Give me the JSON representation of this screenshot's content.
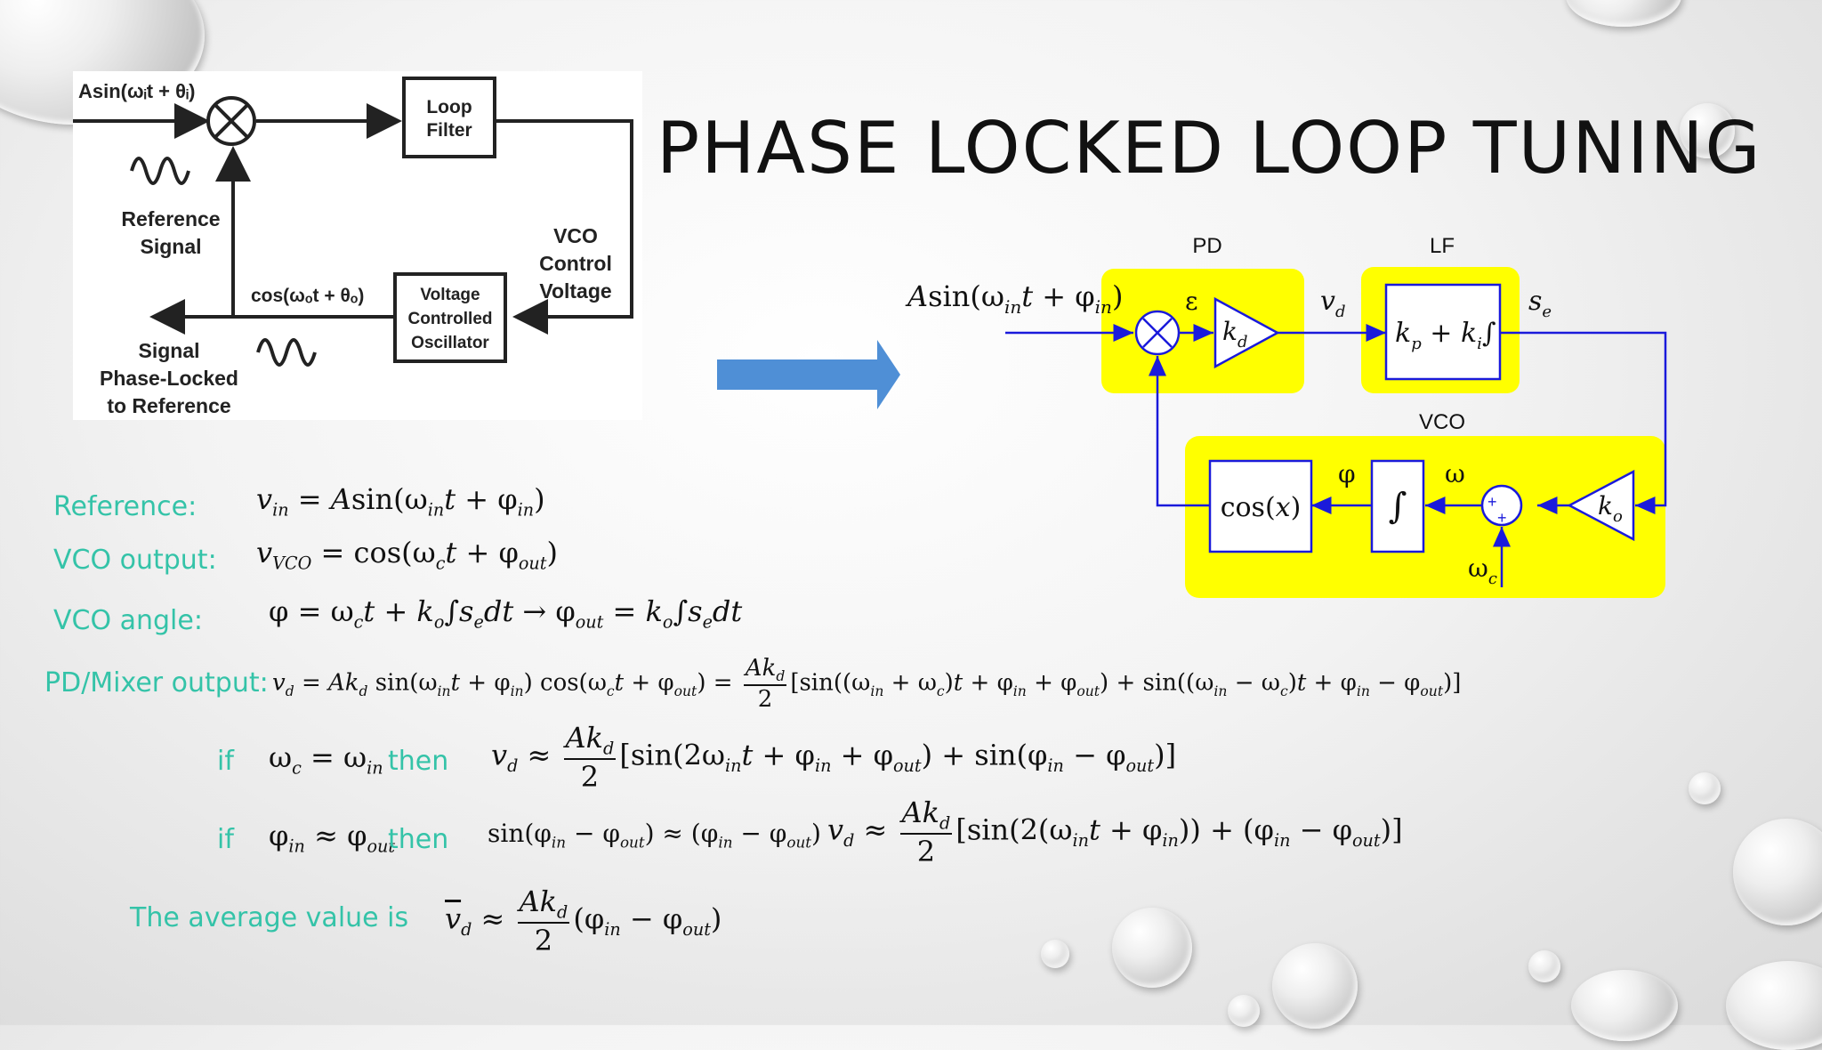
{
  "title": "PHASE LOCKED LOOP TUNING",
  "top_diagram": {
    "input_label": "Asin(ωᵢt + θᵢ)",
    "loop_filter": "Loop Filter",
    "reference_signal": "Reference Signal",
    "vco_control": "VCO Control Voltage",
    "vco_box": "Voltage Controlled Oscillator",
    "cos_label": "cos(ωₒt + θₒ)",
    "output_label": "Signal Phase-Locked to Reference"
  },
  "pll_diagram": {
    "pd_label": "PD",
    "lf_label": "LF",
    "vco_label": "VCO",
    "input": "Asin(ω",
    "epsilon": "ε",
    "kd": "k",
    "vd": "v",
    "lf_expr": "k",
    "se": "s",
    "cos_block": "cos(x)",
    "phi": "φ",
    "omega": "ω",
    "ko": "k",
    "omega_c": "ω"
  },
  "equations": {
    "reference_label": "Reference:",
    "vco_output_label": "VCO output:",
    "vco_angle_label": "VCO angle:",
    "pd_label": "PD/Mixer output:",
    "if1": "if",
    "then1": "then",
    "if2": "if",
    "then2": "then",
    "average_label": "The average value is"
  }
}
